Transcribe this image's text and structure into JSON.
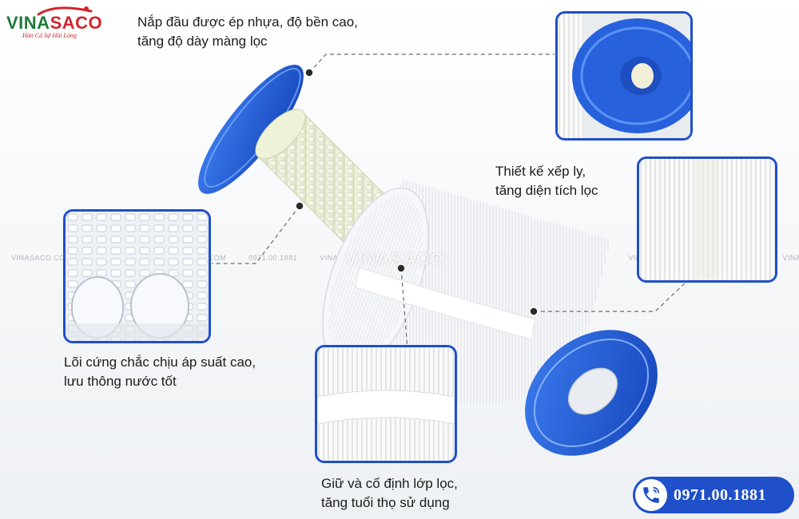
{
  "brand": {
    "name_part1": "VINA",
    "name_part2": "SACO",
    "slogan": "Hàn Cá Sự Hài Lòng",
    "color_green": "#1f7a3a",
    "color_red": "#d0262c"
  },
  "captions": {
    "end_cap": [
      "Nắp đầu được ép nhựa, độ bền cao,",
      "tăng độ dày màng lọc"
    ],
    "pleat": [
      "Thiết kế xếp ly,",
      "tăng diện tích lọc"
    ],
    "core": [
      "Lõi cứng chắc chịu áp suất cao,",
      "lưu thông nước tốt"
    ],
    "band": [
      "Giữ và cố định lớp lọc,",
      "tăng tuổi thọ sử dụng"
    ]
  },
  "watermark": {
    "site": "VINASACO.COM",
    "phone": "0971.00.1881",
    "center": "VINASACO"
  },
  "contact": {
    "phone": "0971.00.1881",
    "icon": "phone-icon"
  },
  "colors": {
    "accent_blue": "#1f4fc9",
    "cap_blue": "#2a66e0"
  }
}
